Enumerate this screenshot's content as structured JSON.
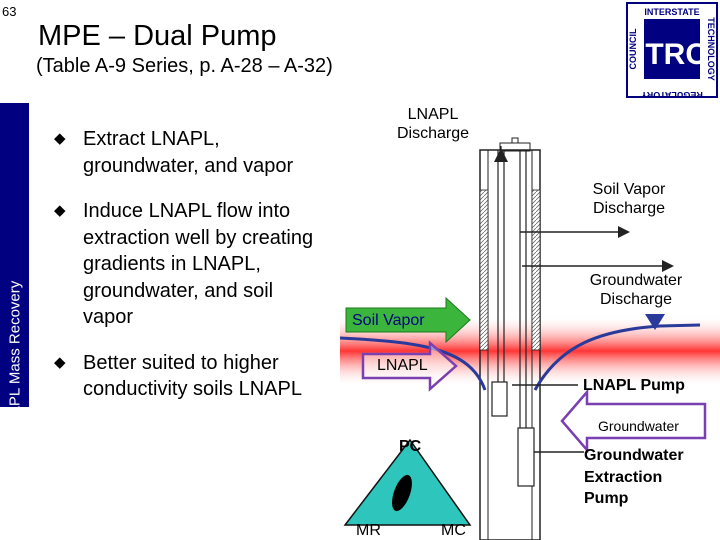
{
  "slide": {
    "number": "63",
    "title": "MPE – Dual Pump",
    "subtitle": "(Table A-9 Series, p. A-28 – A-32)",
    "sidebar_label": "LNAPL Mass Recovery"
  },
  "logo": {
    "main": "ITRC",
    "top": "INTERSTATE",
    "right": "TECHNOLOGY",
    "left": "COUNCIL",
    "bottom": "REGULATORY"
  },
  "bullets": [
    "Extract LNAPL, groundwater, and vapor",
    "Induce LNAPL flow into extraction well by creating gradients in LNAPL, groundwater, and soil vapor",
    "Better suited to higher conductivity soils LNAPL"
  ],
  "diagram": {
    "lnapl_discharge": "LNAPL Discharge",
    "soil_vapor_discharge": "Soil Vapor Discharge",
    "groundwater_discharge": "Groundwater Discharge",
    "soil_vapor_arrow": "Soil Vapor",
    "lnapl_arrow": "LNAPL",
    "lnapl_pump": "LNAPL Pump",
    "groundwater_arrow": "Groundwater",
    "groundwater_extraction_pump": "Groundwater Extraction Pump",
    "triangle": {
      "top": "PC",
      "left": "MR",
      "right": "MC"
    }
  },
  "colors": {
    "sidebar": "#000080",
    "lnapl_band": "#ff2a2a",
    "green_arrow": "#3cb53c",
    "purple_arrow": "#7a3fb0",
    "triangle": "#2ec5bd",
    "water_line": "#2a3a9a"
  }
}
